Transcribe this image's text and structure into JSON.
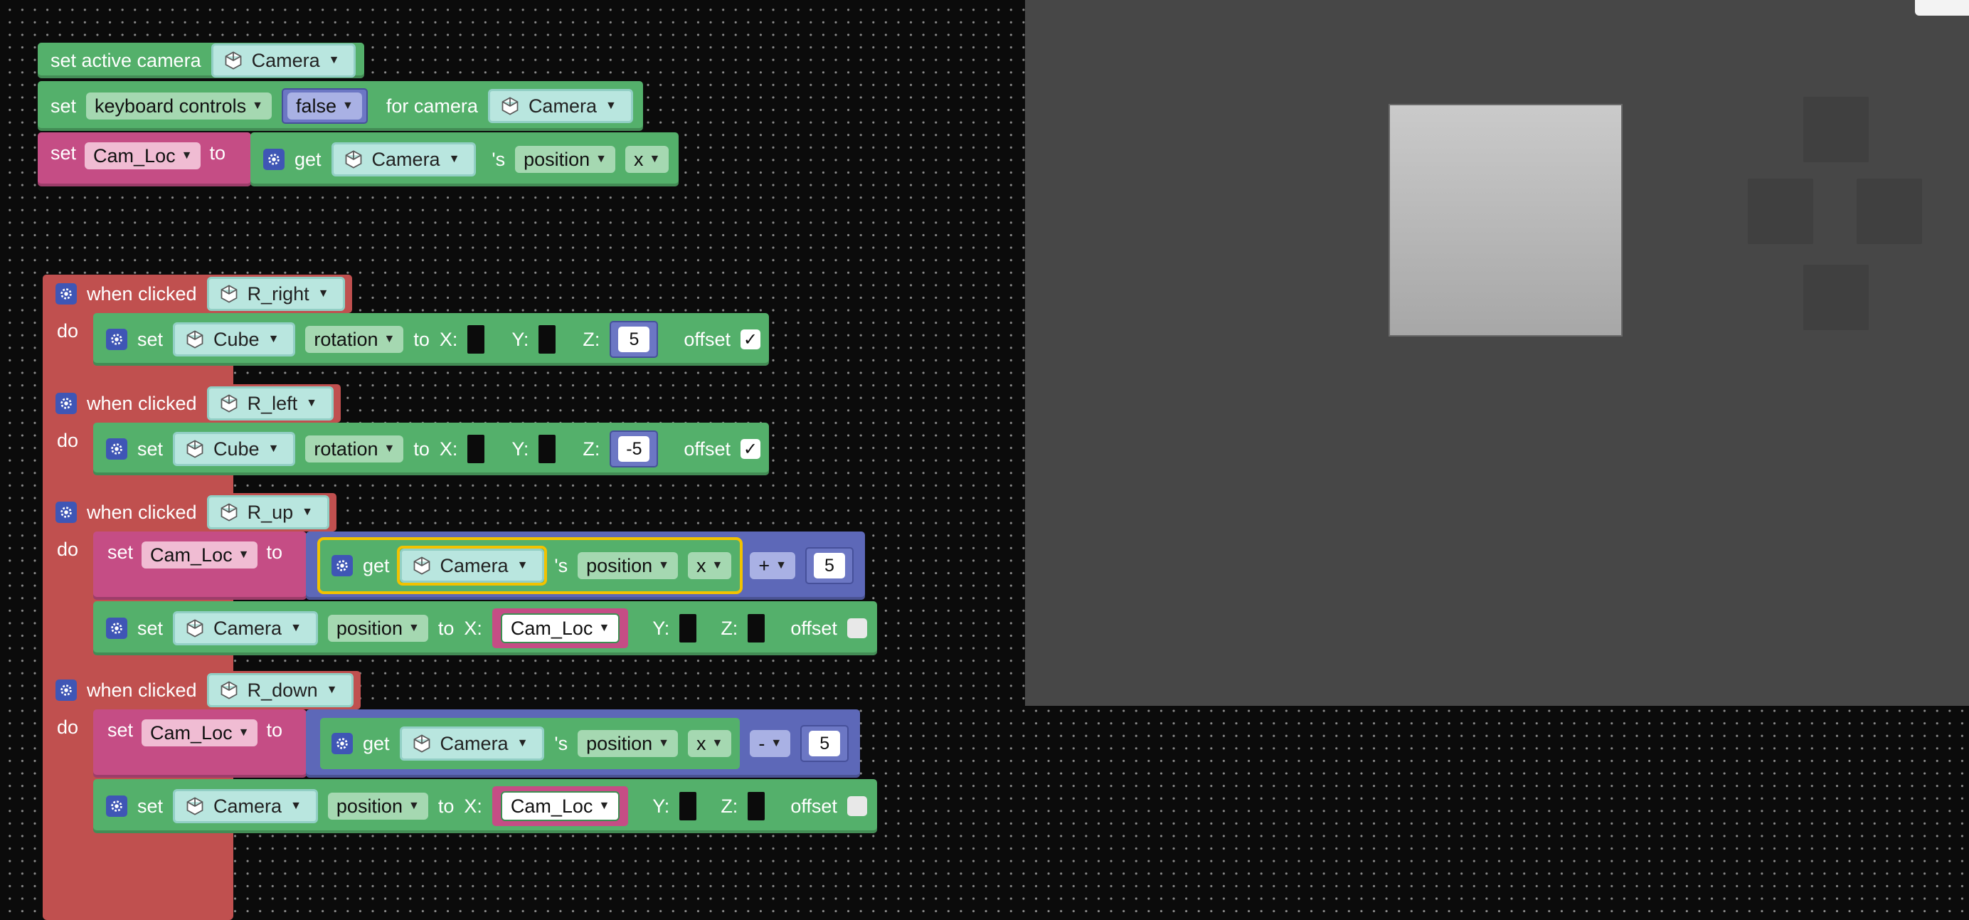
{
  "setup": {
    "set_active_camera": "set active camera",
    "camera_name": "Camera",
    "set_word": "set",
    "keyboard_controls": "keyboard controls",
    "false_value": "false",
    "for_camera": "for camera",
    "cam_loc": "Cam_Loc",
    "to_word": "to",
    "get_word": "get",
    "s_word": "'s",
    "position": "position",
    "x_axis": "x"
  },
  "handlers": [
    {
      "when_clicked": "when clicked",
      "target": "R_right",
      "do_word": "do",
      "set_word": "set",
      "object": "Cube",
      "property": "rotation",
      "to_word": "to",
      "x_label": "X:",
      "y_label": "Y:",
      "z_label": "Z:",
      "z_value": "5",
      "offset_label": "offset",
      "check": "✓"
    },
    {
      "when_clicked": "when clicked",
      "target": "R_left",
      "do_word": "do",
      "set_word": "set",
      "object": "Cube",
      "property": "rotation",
      "to_word": "to",
      "x_label": "X:",
      "y_label": "Y:",
      "z_label": "Z:",
      "z_value": "-5",
      "offset_label": "offset",
      "check": "✓"
    },
    {
      "when_clicked": "when clicked",
      "target": "R_up",
      "do_word": "do",
      "set_word": "set",
      "variable": "Cam_Loc",
      "to_word": "to",
      "get_word": "get",
      "camera": "Camera",
      "s_word": "'s",
      "position": "position",
      "axis": "x",
      "op": "+",
      "amount": "5",
      "prop2": "position",
      "x_label": "X:",
      "y_label": "Y:",
      "z_label": "Z:",
      "offset_label": "offset"
    },
    {
      "when_clicked": "when clicked",
      "target": "R_down",
      "do_word": "do",
      "set_word": "set",
      "variable": "Cam_Loc",
      "to_word": "to",
      "get_word": "get",
      "camera": "Camera",
      "s_word": "'s",
      "position": "position",
      "axis": "x",
      "op": "-",
      "amount": "5",
      "prop2": "position",
      "x_label": "X:",
      "y_label": "Y:",
      "z_label": "Z:",
      "offset_label": "offset"
    }
  ],
  "colors": {
    "motion_green": "#54b06b",
    "variable_magenta": "#c54d85",
    "event_red": "#c0504f",
    "math_blue": "#5d68b8",
    "object_teal": "#b9e6df",
    "stage_gray": "#474747"
  },
  "icons": {
    "cube": "cube-icon",
    "gear": "gear-icon",
    "caret": "chevron-down-icon"
  }
}
